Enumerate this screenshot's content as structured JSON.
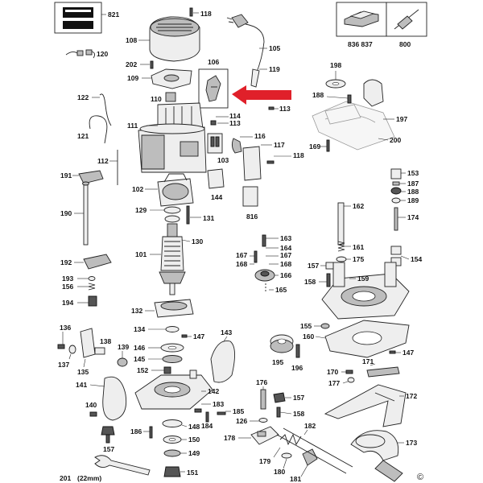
{
  "diagram": {
    "labels": {
      "l821": "821",
      "l118a": "118",
      "l108": "108",
      "l105": "105",
      "l836": "836 837",
      "l800": "800",
      "l120": "120",
      "l202": "202",
      "l106": "106",
      "l119": "119",
      "l198": "198",
      "l109": "109",
      "l110": "110",
      "l113a": "113",
      "l113b": "113",
      "l188a": "188",
      "l122": "122",
      "l114": "114",
      "l197": "197",
      "l111": "111",
      "l116": "116",
      "l121": "121",
      "l117": "117",
      "l169": "169",
      "l200": "200",
      "l112": "112",
      "l103": "103",
      "l118b": "118",
      "l153": "153",
      "l191": "191",
      "l187": "187",
      "l188b": "188",
      "l102": "102",
      "l144": "144",
      "l189": "189",
      "l162": "162",
      "l190": "190",
      "l129": "129",
      "l131": "131",
      "l816": "816",
      "l174": "174",
      "l163": "163",
      "l130": "130",
      "l164": "164",
      "l161": "161",
      "l167a": "167",
      "l167b": "167",
      "l175": "175",
      "l154": "154",
      "l101": "101",
      "l168a": "168",
      "l168b": "168",
      "l157a": "157",
      "l192": "192",
      "l166": "166",
      "l159": "159",
      "l193": "193",
      "l158a": "158",
      "l156": "156",
      "l165": "165",
      "l194": "194",
      "l132": "132",
      "l136": "136",
      "l134": "134",
      "l155": "155",
      "l147a": "147",
      "l143": "143",
      "l160": "160",
      "l138": "138",
      "l147b": "147",
      "l137": "137",
      "l146": "146",
      "l139": "139",
      "l135": "135",
      "l145": "145",
      "l195": "195",
      "l196": "196",
      "l171": "171",
      "l152": "152",
      "l170": "170",
      "l141": "141",
      "l177": "177",
      "l142": "142",
      "l176": "176",
      "l157b": "157",
      "l172": "172",
      "l140": "140",
      "l183": "183",
      "l185": "185",
      "l184": "184",
      "l158b": "158",
      "l148": "148",
      "l126": "126",
      "l178": "178",
      "l186": "186",
      "l150": "150",
      "l182": "182",
      "l157c": "157",
      "l173": "173",
      "l149": "149",
      "l179": "179",
      "l180": "180",
      "l201": "201",
      "l22mm": "(22mm)",
      "l151": "151",
      "l181": "181"
    },
    "copyright_symbol": "©",
    "arrow_color": "#e0202a"
  }
}
